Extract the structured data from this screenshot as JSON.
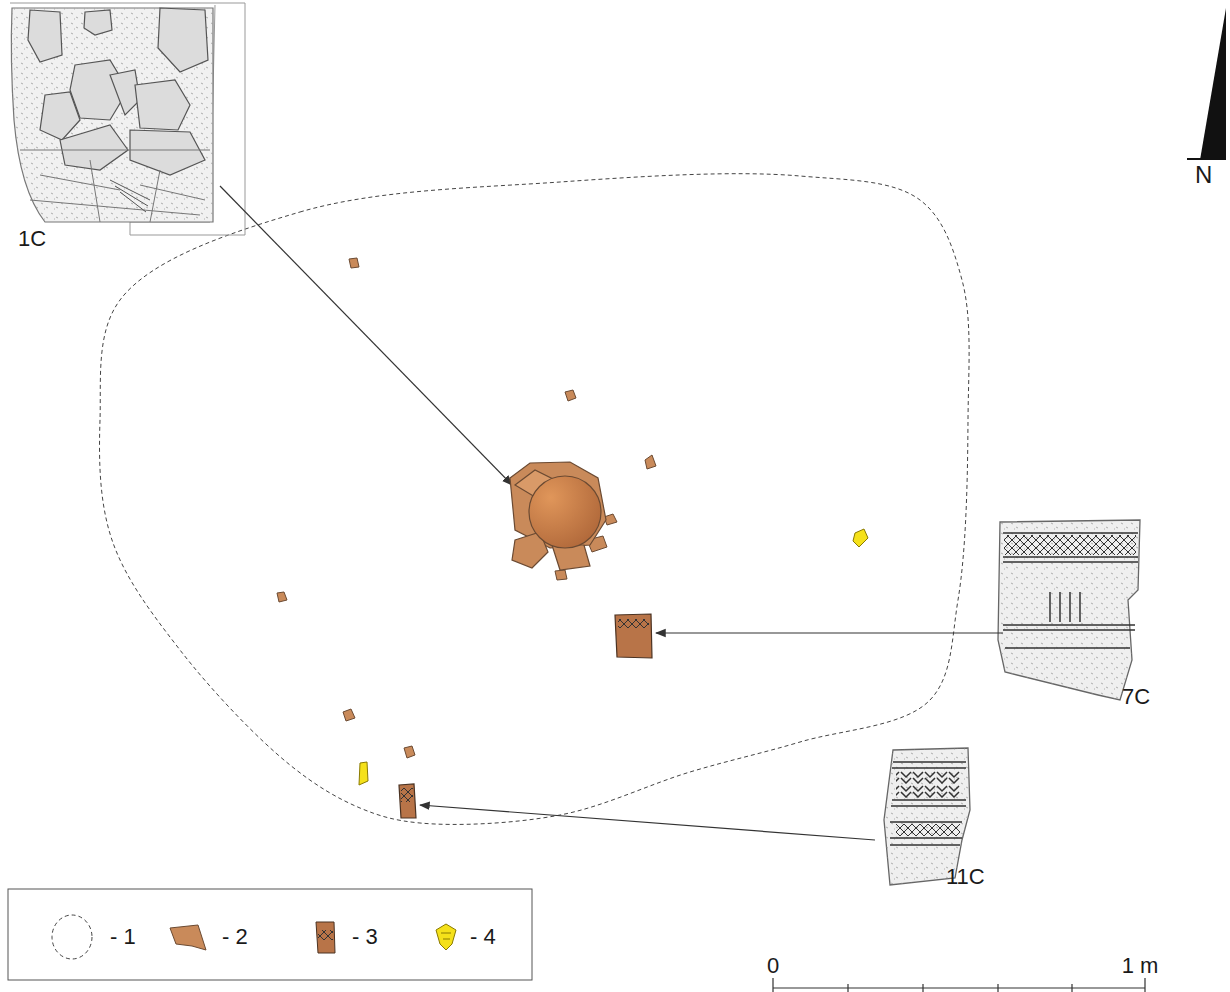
{
  "diagram": {
    "labels": [
      "1C",
      "7C",
      "11C",
      "N",
      "0",
      "1 m"
    ],
    "legend": [
      {
        "text": "- 1"
      },
      {
        "text": "- 2"
      },
      {
        "text": "- 3"
      },
      {
        "text": "- 4"
      }
    ]
  }
}
